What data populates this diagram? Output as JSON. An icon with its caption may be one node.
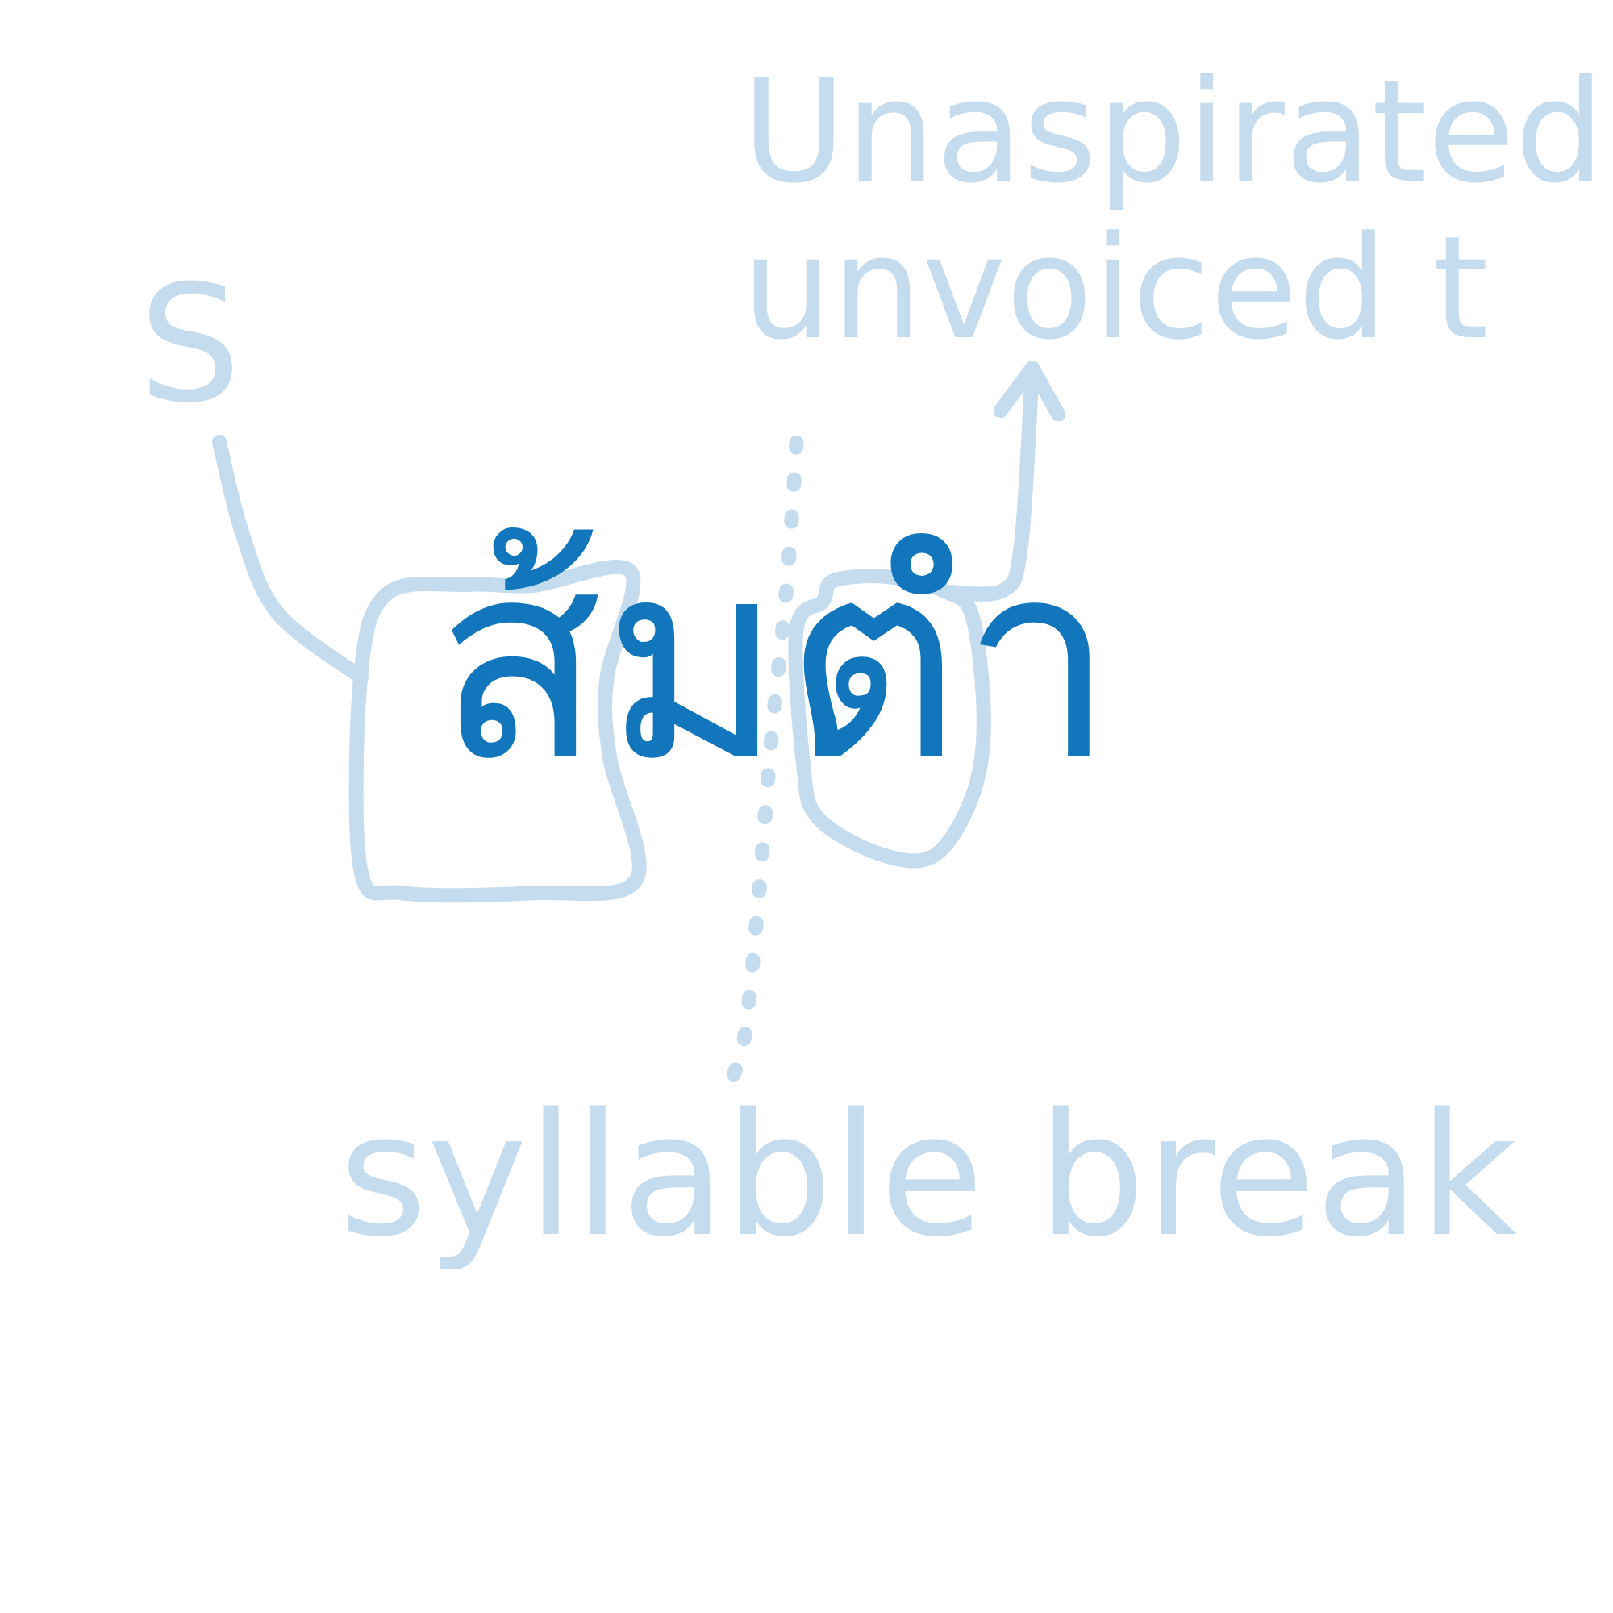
{
  "diagram": {
    "nodes": [
      {
        "text": [
          "S"
        ]
      },
      {
        "text": [],
        "shape": "box"
      },
      {
        "text": [
          "Unaspirated unvoiced t"
        ]
      },
      {
        "text": [],
        "shape": "circle"
      },
      {
        "text": [
          "syllable break"
        ]
      }
    ],
    "edges": [
      {
        "from": 0,
        "to": 1,
        "arrow": "none"
      },
      {
        "from": 3,
        "to": 2,
        "arrow": "to"
      },
      {
        "from": 4,
        "to": null,
        "arrow": "none",
        "style": "dashed"
      }
    ],
    "labels": [
      "ส้มตำ"
    ]
  }
}
